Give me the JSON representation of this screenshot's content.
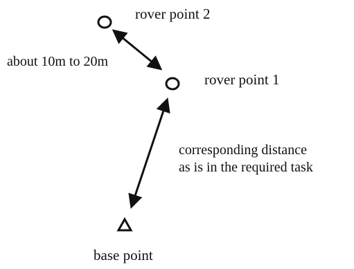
{
  "points": {
    "rover_point_2": {
      "label": "rover point 2",
      "marker": "circle"
    },
    "rover_point_1": {
      "label": "rover point 1",
      "marker": "circle"
    },
    "base_point": {
      "label": "base point",
      "marker": "triangle"
    }
  },
  "distances": {
    "rover2_to_rover1": "about 10m to 20m",
    "rover1_to_base_line1": "corresponding distance",
    "rover1_to_base_line2": "as is in the required task"
  }
}
